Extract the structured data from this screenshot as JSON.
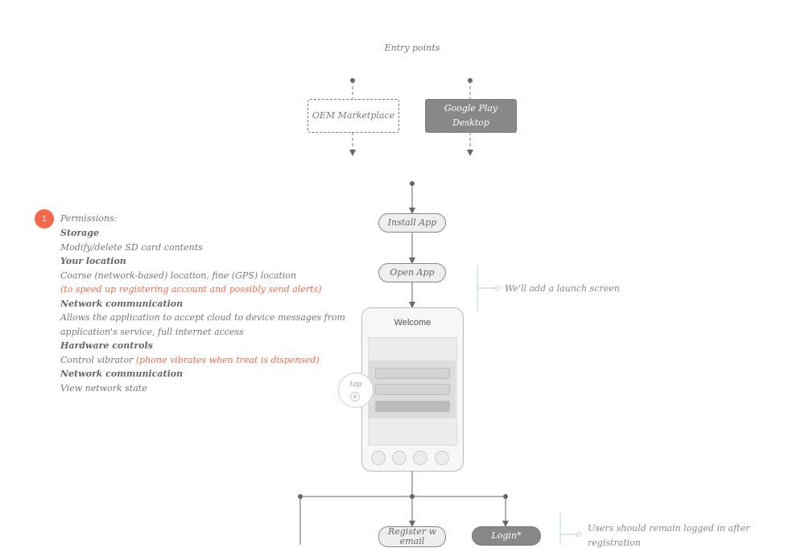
{
  "diagram": {
    "title": "Entry points",
    "entry_points": [
      {
        "label_line1": "OEM Marketplace",
        "label_line2": "",
        "style": "outline"
      },
      {
        "label_line1": "Google Play",
        "label_line2": "Desktop",
        "style": "filled"
      }
    ],
    "steps": {
      "install": "Install App",
      "open": "Open App",
      "register_line1": "Register w",
      "register_line2": "email",
      "login": "Login*"
    },
    "phone": {
      "title": "Welcome",
      "tap_label": "tap"
    },
    "notes": {
      "launch": "We'll add a launch screen",
      "logged_in_line1": "Users should remain logged in after",
      "logged_in_line2": "registration"
    },
    "permissions": {
      "badge": "1",
      "lines": {
        "l1": "Permissions:",
        "l2": "Storage",
        "l3": "Modify/delete SD card contents",
        "l4": "Your location",
        "l5": "Coarse (network-based) location, fine (GPS) location",
        "l6": "(to speed up registering account and possibly send alerts)",
        "l7": "Network communication",
        "l8": "Allows the application to accept cloud to device messages from",
        "l9": "application's service, full internet access",
        "l10": "Hardware controls",
        "l11a": "Control vibrator ",
        "l11b": "(phone vibrates when treat is dispensed)",
        "l12": "Network communication",
        "l13": "View network state"
      }
    },
    "colors": {
      "accent": "#f26a4b",
      "line": "#666666",
      "filled_box": "#888888",
      "note_bracket": "#b8cfe0"
    }
  }
}
